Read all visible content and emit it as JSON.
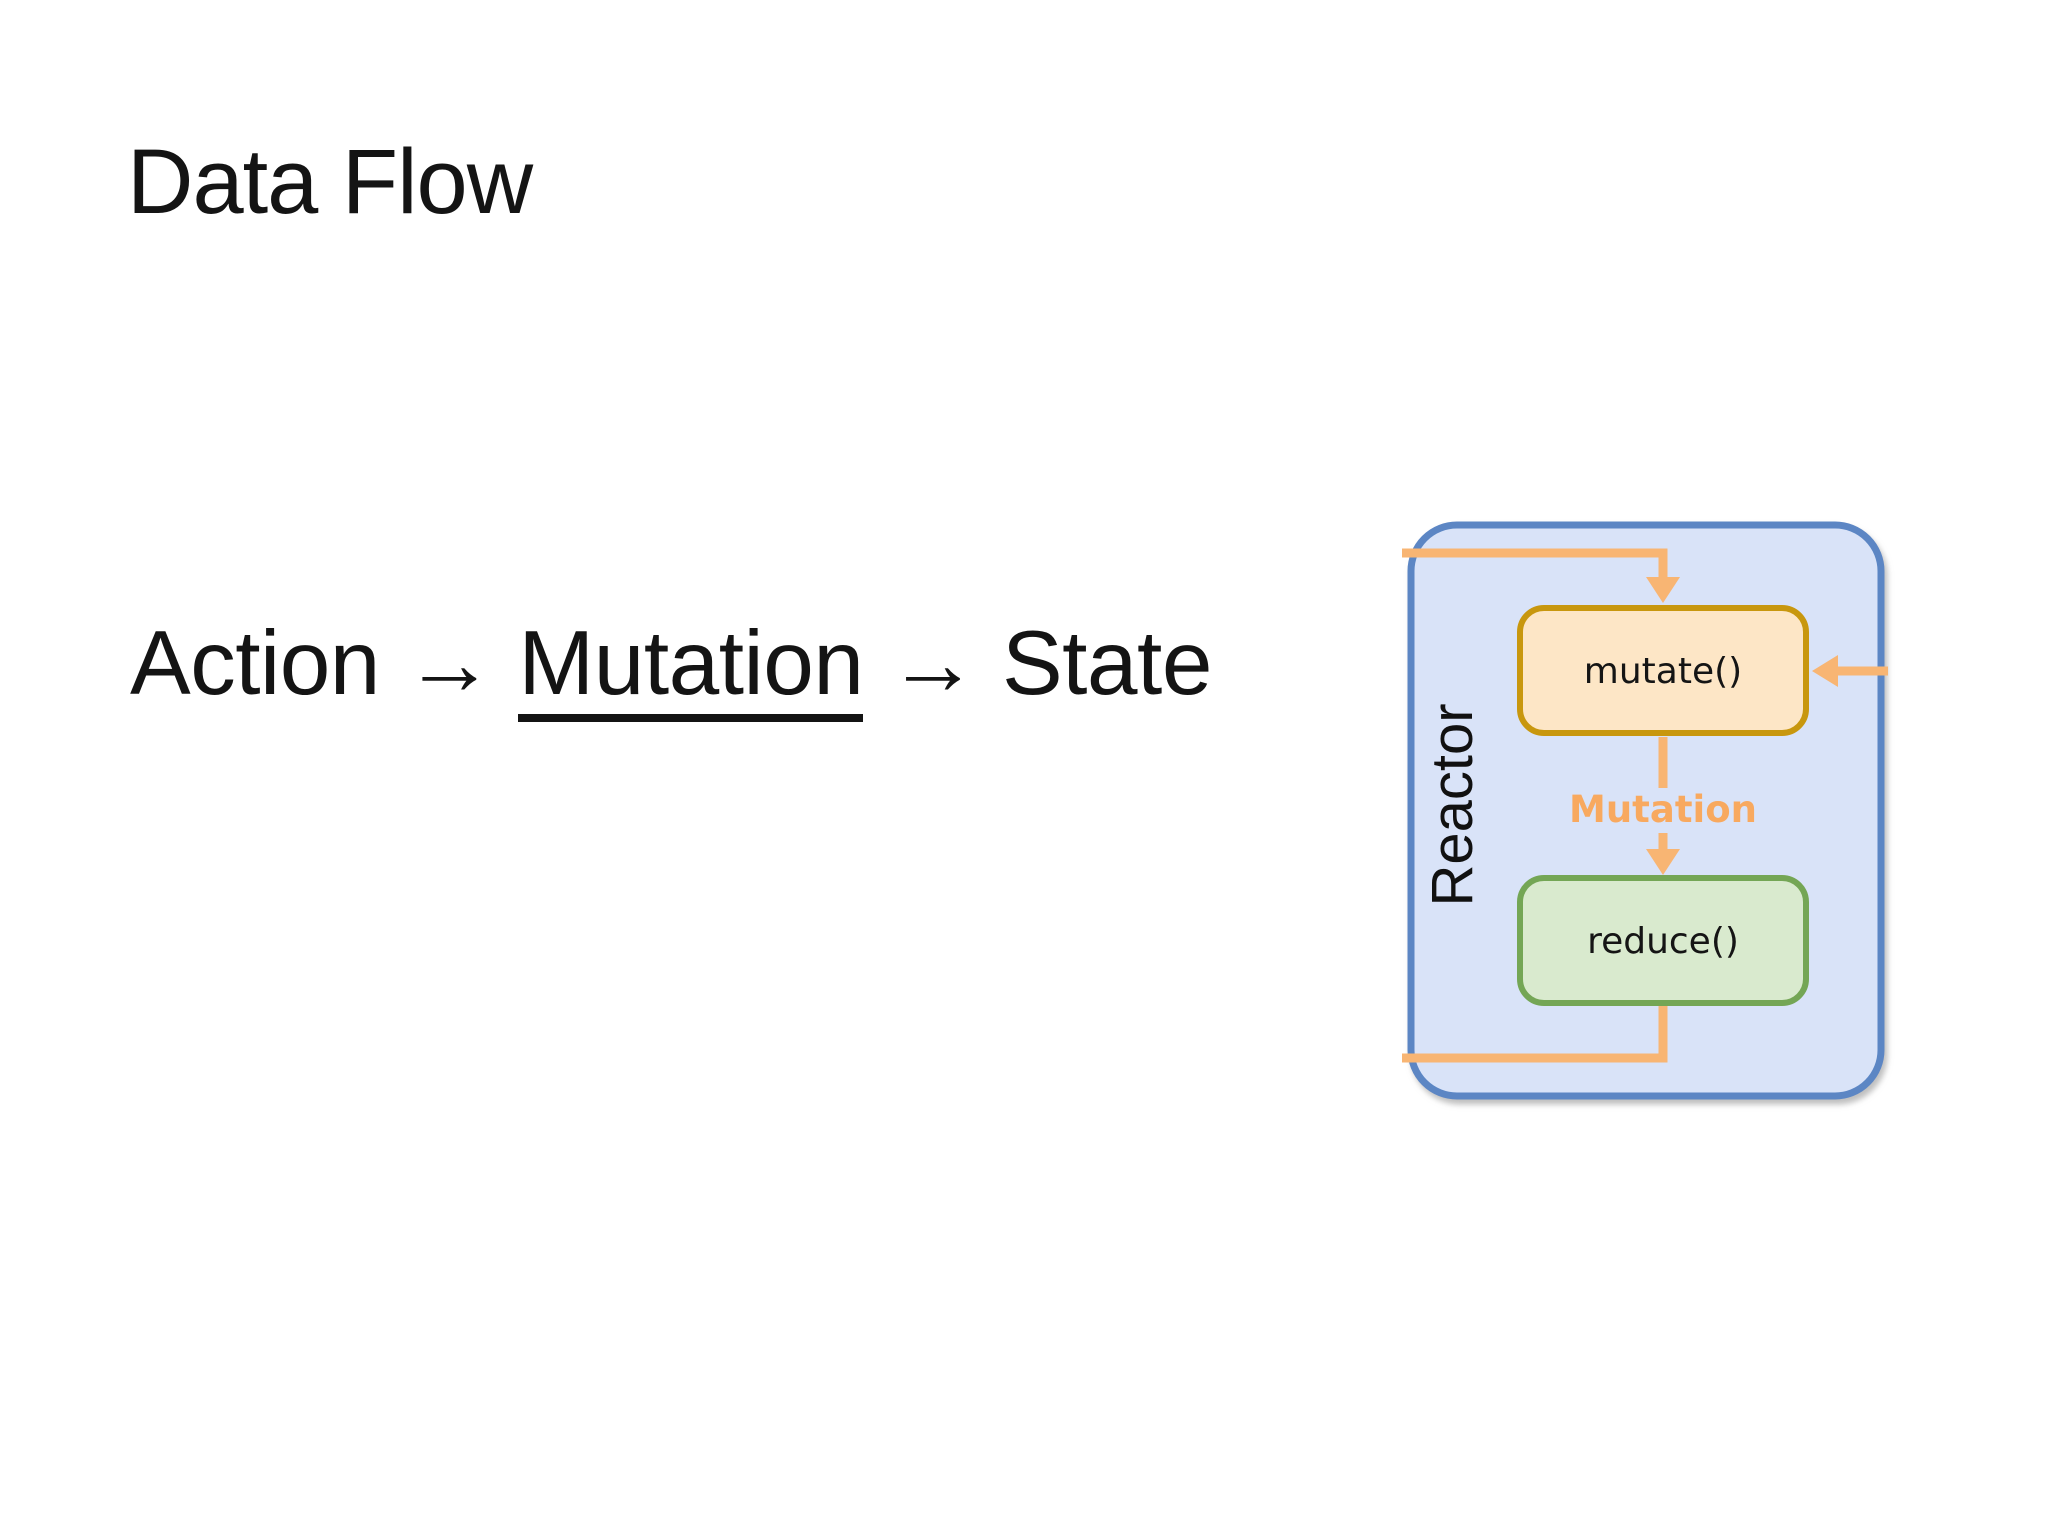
{
  "slide": {
    "title": "Data Flow",
    "phrase": {
      "action": "Action",
      "arrow": "→",
      "mutation": "Mutation",
      "state": "State"
    }
  },
  "diagram": {
    "reactor_label": "Reactor",
    "mutate_label": "mutate()",
    "edge_label": "Mutation",
    "reduce_label": "reduce()",
    "colors": {
      "container_fill": "#D9E3F8",
      "container_border": "#5B86C4",
      "mutate_fill": "#FDE6C6",
      "mutate_border": "#C8970E",
      "reduce_fill": "#D9EACE",
      "reduce_border": "#74A655",
      "arrow": "#F8B573",
      "edge_label_text": "#F8A95F"
    }
  }
}
